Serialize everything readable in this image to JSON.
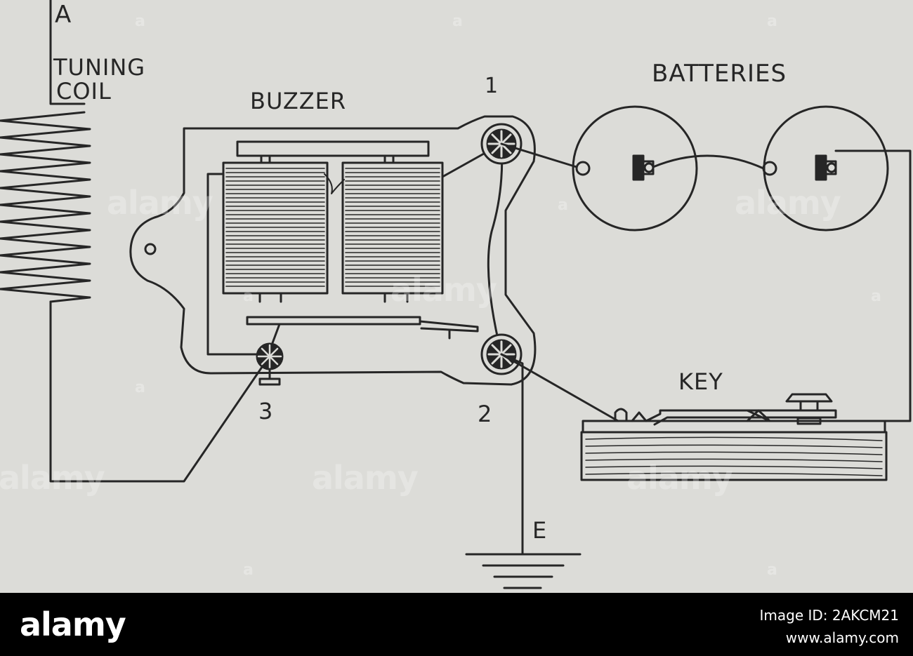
{
  "diagram": {
    "labels": {
      "antenna": "A",
      "tuning_coil_line1": "TUNING",
      "tuning_coil_line2": "COIL",
      "buzzer": "BUZZER",
      "batteries": "BATTERIES",
      "key": "KEY",
      "terminal_1": "1",
      "terminal_2": "2",
      "terminal_3": "3",
      "earth": "E"
    },
    "colors": {
      "background": "#dcdcd8",
      "ink": "#262626",
      "footer": "#000000"
    }
  },
  "watermark": {
    "text": "alamy",
    "mark": "a"
  },
  "footer": {
    "logo": "alamy",
    "image_id": "Image ID: 2AKCM21",
    "url": "www.alamy.com"
  }
}
